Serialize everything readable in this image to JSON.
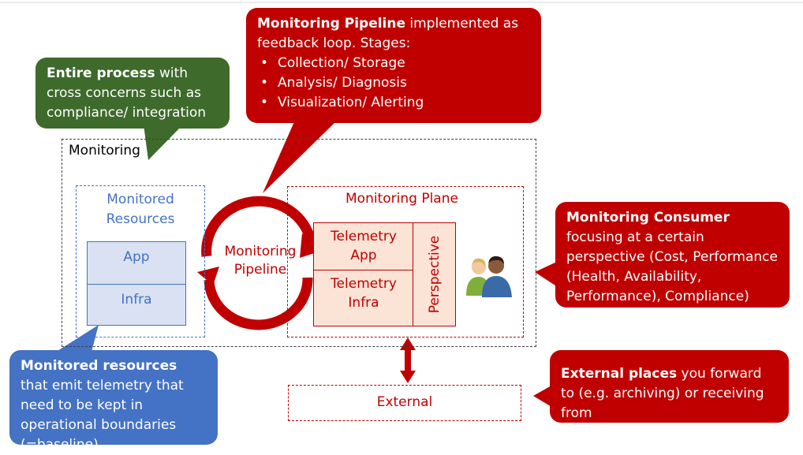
{
  "callouts": {
    "entire_process": {
      "bold": "Entire process",
      "text": " with cross concerns such as compliance/ integration"
    },
    "pipeline": {
      "bold": "Monitoring Pipeline",
      "text": " implemented as feedback loop. Stages:",
      "stages": [
        "Collection/ Storage",
        "Analysis/ Diagnosis",
        "Visualization/ Alerting"
      ]
    },
    "consumer": {
      "bold": "Monitoring Consumer",
      "text": " focusing at a certain perspective (Cost, Performance (Health, Availability, Performance), Compliance)"
    },
    "resources": {
      "bold": "Monitored resources",
      "text": " that emit telemetry that need to be kept in operational boundaries (=baseline)"
    },
    "external": {
      "bold": "External places",
      "text": " you forward to (e.g. archiving) or receiving from"
    }
  },
  "monitoring_label": "Monitoring",
  "monitored_resources": {
    "title": "Monitored Resources",
    "items": [
      "App",
      "Infra"
    ]
  },
  "pipeline_label": "Monitoring Pipeline",
  "monitoring_plane": {
    "title": "Monitoring Plane",
    "telemetry_app": "Telemetry App",
    "telemetry_infra": "Telemetry Infra",
    "perspective": "Perspective"
  },
  "external_label": "External",
  "colors": {
    "red": "#c00000",
    "green": "#3e6a2b",
    "blue": "#4472c4",
    "salmon_fill": "#fbe3d6",
    "blue_fill": "#d9e1f2"
  },
  "icons": [
    "users-icon"
  ]
}
